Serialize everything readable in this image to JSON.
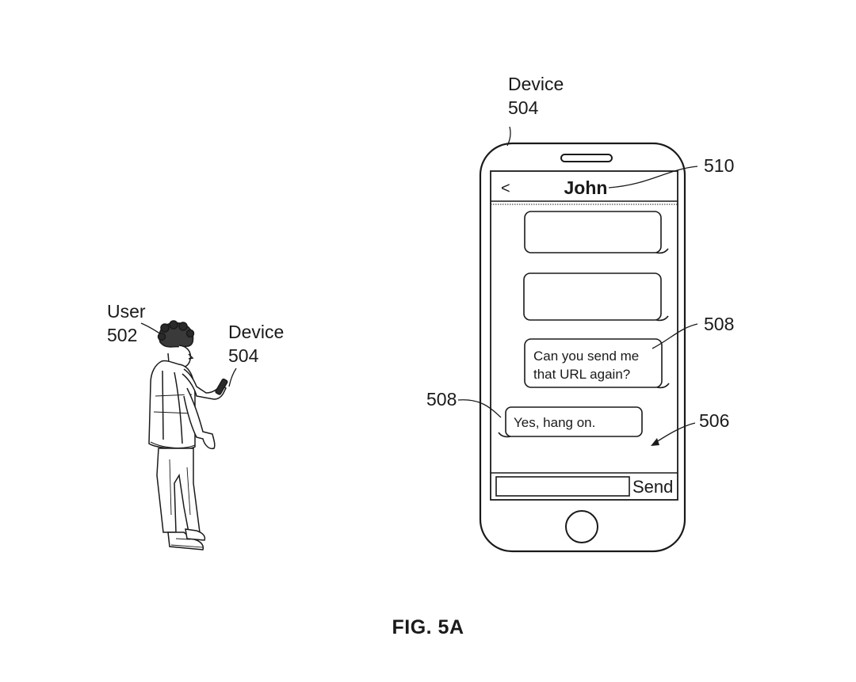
{
  "figure": {
    "caption": "FIG. 5A"
  },
  "labels": {
    "device_top": {
      "name": "Device",
      "number": "504"
    },
    "user": {
      "name": "User",
      "number": "502"
    },
    "device_hand": {
      "name": "Device",
      "number": "504"
    },
    "header_ref": "510",
    "bubble_ref_right": "508",
    "bubble_ref_left": "508",
    "area_ref": "506"
  },
  "phone": {
    "back_symbol": "<",
    "contact_name": "John",
    "messages": [
      {
        "side": "right",
        "text": ""
      },
      {
        "side": "right",
        "text": ""
      },
      {
        "side": "right",
        "lines": [
          "Can you send me",
          "that URL again?"
        ]
      },
      {
        "side": "left",
        "lines": [
          "Yes, hang on."
        ]
      }
    ],
    "input": {
      "placeholder": ""
    },
    "send_label": "Send"
  }
}
